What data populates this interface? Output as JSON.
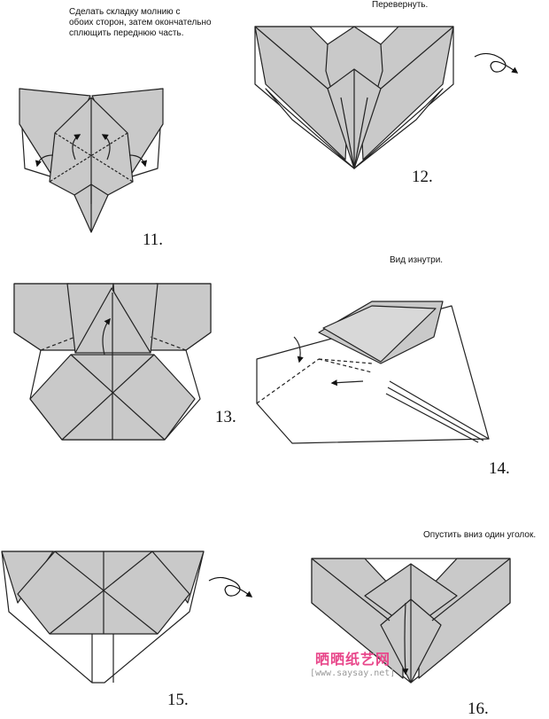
{
  "captions": {
    "step11": "Сделать складку молнию с\nобоих сторон, затем окончательно\nсплющить переднюю часть.",
    "step12": "Перевернуть.",
    "step14": "Вид изнутри.",
    "step16": "Опустить вниз один уголок."
  },
  "steps": [
    "11.",
    "12.",
    "13.",
    "14.",
    "15.",
    "16."
  ],
  "watermark": {
    "text": "晒晒纸艺网",
    "url": "[www.saysay.net]"
  },
  "colors": {
    "paper": "#c9c9c9",
    "line": "#222222",
    "accent_pink": "#e8468a",
    "accent_blue": "#3a7bd5"
  },
  "icons": [
    "turn-over-arrow-icon",
    "fold-arrow-icon"
  ]
}
